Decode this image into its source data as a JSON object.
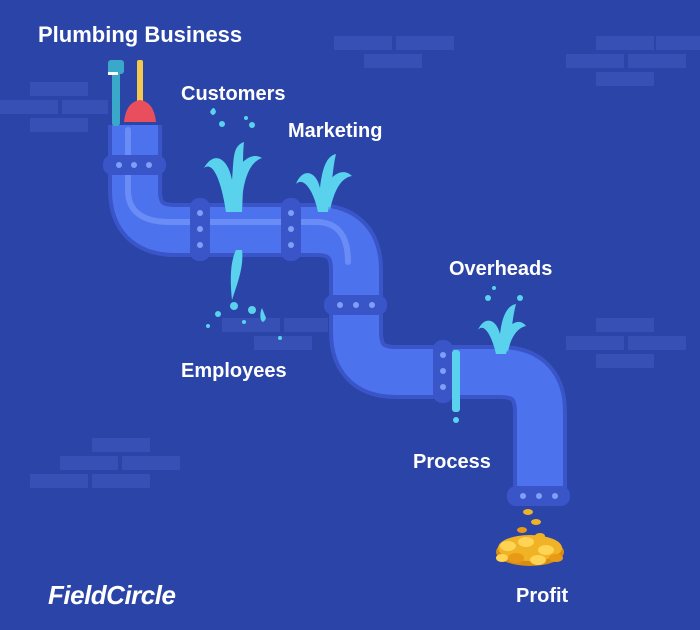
{
  "title": "Plumbing Business",
  "labels": {
    "customers": "Customers",
    "marketing": "Marketing",
    "overheads": "Overheads",
    "employees": "Employees",
    "process": "Process",
    "profit": "Profit"
  },
  "brand": "FieldCircle",
  "colors": {
    "background": "#2b44a8",
    "pipe": "#4d72ee",
    "joint": "#3a55c8",
    "water": "#5ad2ee",
    "coin": "#f0b326"
  },
  "icons": [
    "wrench-icon",
    "plunger-icon",
    "water-splash-icon",
    "coin-pile-icon"
  ]
}
